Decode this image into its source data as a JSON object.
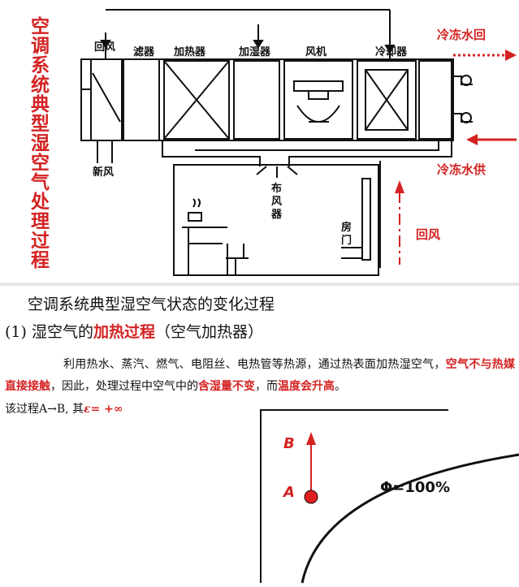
{
  "schematic": {
    "vertical_title": [
      "空",
      "调",
      "系",
      "统",
      "典",
      "型",
      "湿",
      "空",
      "气",
      "处",
      "理",
      "过",
      "程"
    ],
    "labels": {
      "return_air": "回风",
      "filter": "滤器",
      "heater": "加热器",
      "humidifier": "加湿器",
      "fan": "风机",
      "cooler": "冷却器",
      "fresh_air": "新风",
      "diffuser": [
        "布",
        "风",
        "器"
      ],
      "room_door": [
        "房",
        "门"
      ]
    },
    "red_labels": {
      "chilled_return": "冷冻水回",
      "chilled_supply": "冷冻水供",
      "return_air": "回风"
    },
    "colors": {
      "accent": "#d42222",
      "line": "#111111"
    }
  },
  "text": {
    "heading": "空调系统典型湿空气状态的变化过程",
    "subhead": {
      "prefix": "(1) 湿空气的",
      "highlight": "加热过程",
      "suffix": "（空气加热器）"
    },
    "paragraph": {
      "p1": "利用热水、蒸汽、燃气、电阻丝、电热管等热源，通过热表面加热湿空气，",
      "h1": "空气不与热媒直接接触",
      "p2": "，因此，处理过程中空气中的",
      "h2": "含湿量不变",
      "p3": "，而",
      "h3": "温度会升高",
      "p4": "。"
    },
    "formula": {
      "prefix": "该过程A→B, 其",
      "eps": "ε= +∞"
    }
  },
  "chart": {
    "point_a": "A",
    "point_b": "B",
    "curve_label": "Φ=100%"
  }
}
